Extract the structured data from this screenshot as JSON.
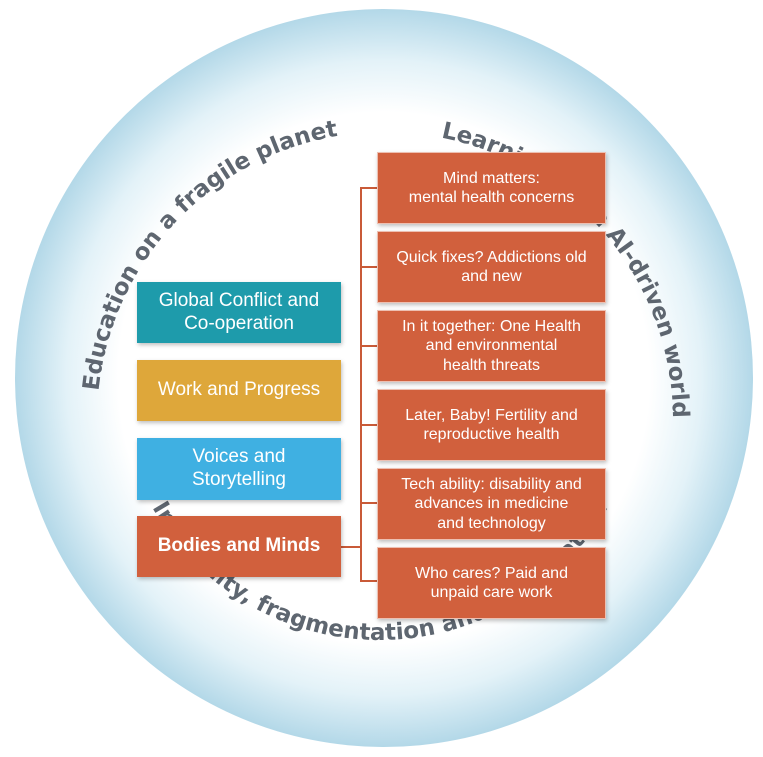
{
  "ring": {
    "arc_left": "Education on a fragile planet",
    "arc_right": "Learning in an AI-driven world",
    "arc_bottom": "Inequality, fragmentation and polarisation"
  },
  "themes": [
    {
      "label": "Global Conflict and\nCo-operation",
      "color": "#1e9bab"
    },
    {
      "label": "Work and Progress",
      "color": "#dea73a"
    },
    {
      "label": "Voices and\nStorytelling",
      "color": "#3fb0e2"
    },
    {
      "label": "Bodies and Minds",
      "color": "#d1603d"
    }
  ],
  "subtopics": [
    {
      "label": "Mind matters:\nmental health concerns"
    },
    {
      "label": "Quick fixes? Addictions old\nand new"
    },
    {
      "label": "In it together: One Health\nand environmental\nhealth threats"
    },
    {
      "label": "Later, Baby! Fertility and\nreproductive health"
    },
    {
      "label": "Tech ability: disability  and\nadvances in medicine\nand technology"
    },
    {
      "label": "Who cares? Paid and\nunpaid care work"
    }
  ],
  "colors": {
    "subtopic_fill": "#d1603d",
    "connector": "#c95a38",
    "ring_text": "#5e6670"
  }
}
